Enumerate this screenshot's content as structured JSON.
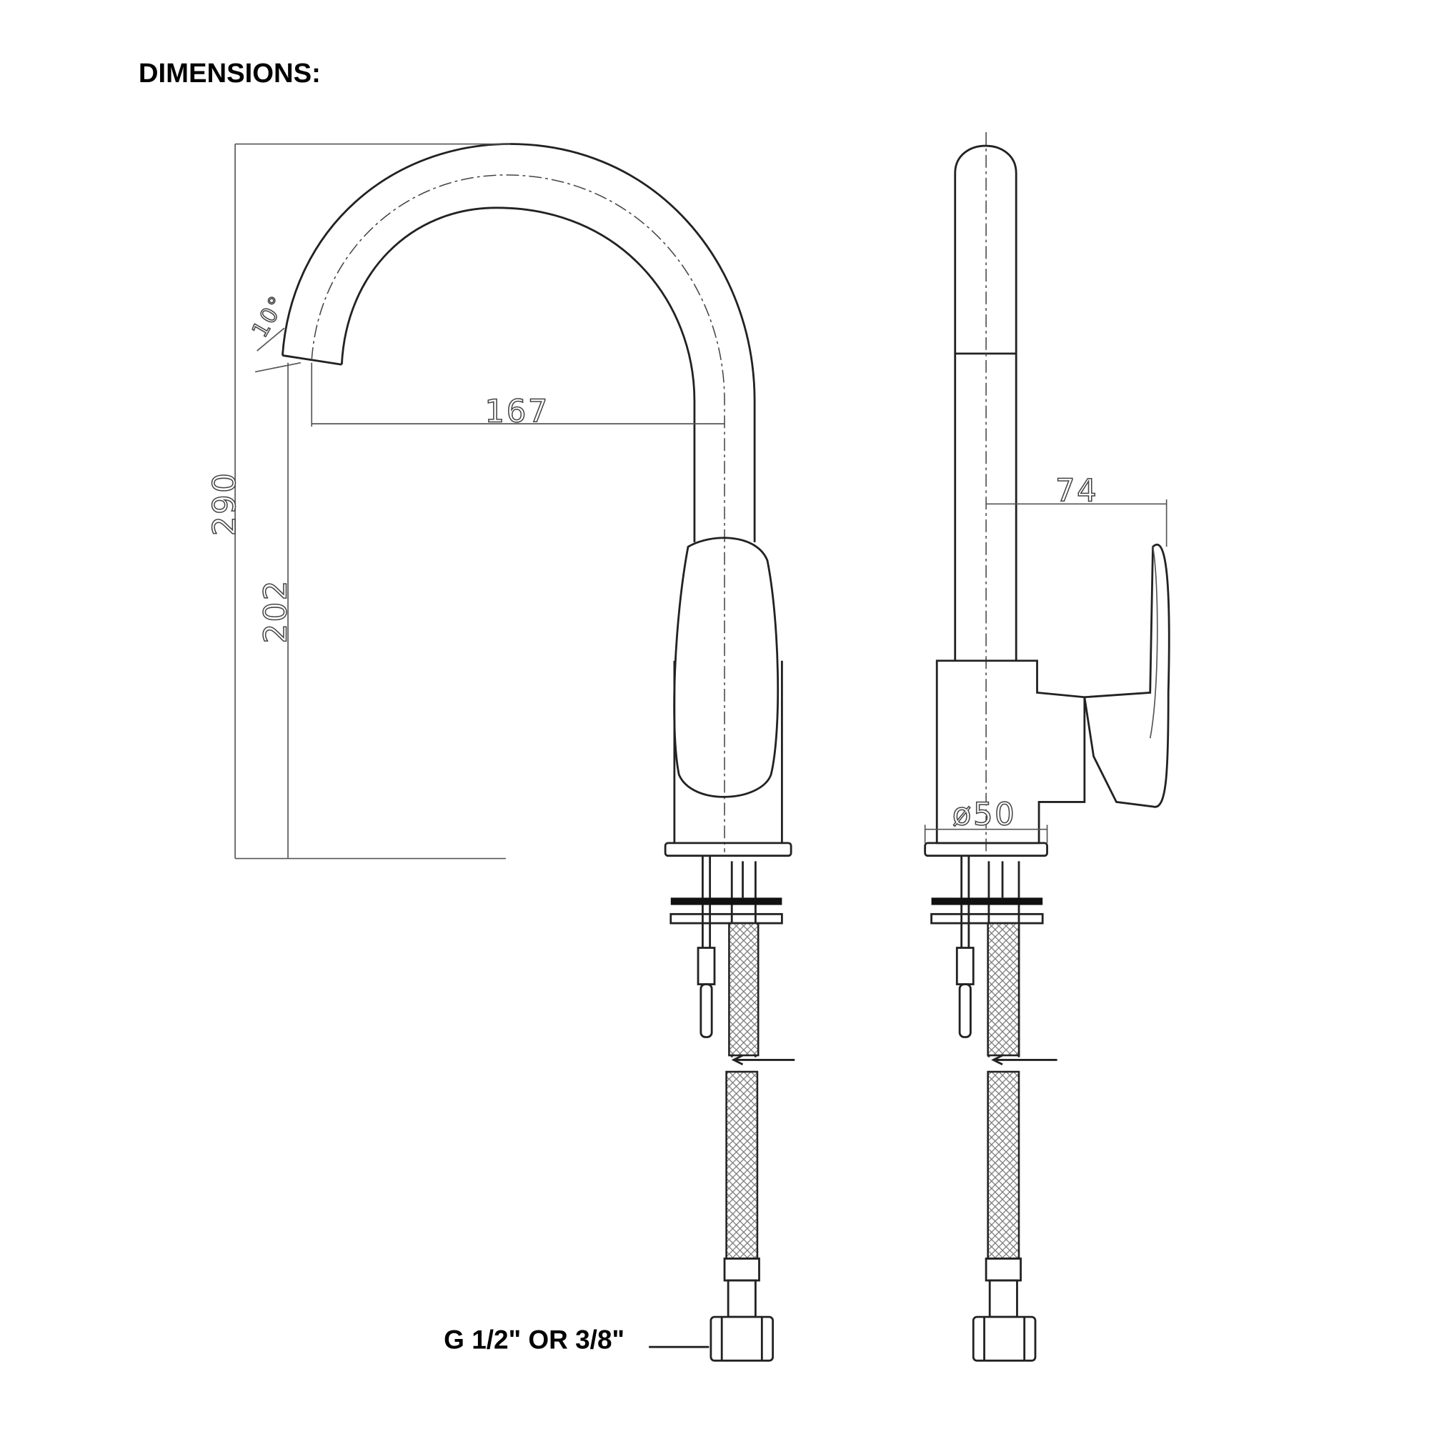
{
  "title": "DIMENSIONS:",
  "dimensions": {
    "overall_height": "290",
    "spout_height": "202",
    "spout_reach": "167",
    "spout_angle": "10°",
    "handle_depth": "74",
    "base_diameter": "ø50"
  },
  "connection_note": "G 1/2\" OR 3/8\""
}
